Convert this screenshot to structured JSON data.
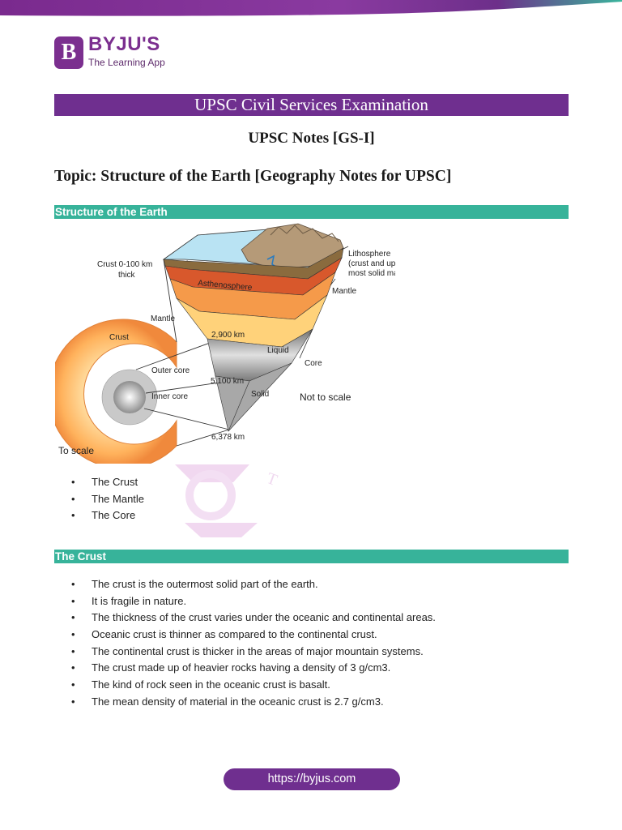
{
  "brand": {
    "logo_letter": "B",
    "name": "BYJU'S",
    "tagline": "The Learning App",
    "color": "#7b2f8f"
  },
  "header": {
    "title": "UPSC Civil Services Examination",
    "subtitle": "UPSC Notes [GS-I]",
    "topic": "Topic: Structure of the Earth [Geography Notes for UPSC]"
  },
  "sections": {
    "structure": {
      "heading": "Structure of the Earth",
      "items": [
        "The Crust",
        "The Mantle",
        "The Core"
      ]
    },
    "crust": {
      "heading": "The Crust",
      "items": [
        "The crust is the outermost solid part of the earth.",
        "It is fragile in nature.",
        "The thickness of the crust varies under the oceanic and continental areas.",
        "Oceanic crust is thinner as compared to the continental crust.",
        "The continental crust is thicker in the areas of major mountain systems.",
        "The crust made up of heavier rocks having a density of 3 g/cm3.",
        "The kind of rock seen in the oceanic crust is basalt.",
        "The mean density of material in the oceanic crust is 2.7 g/cm3."
      ]
    }
  },
  "diagram": {
    "crust_label_1": "Crust 0-100 km",
    "crust_label_2": "thick",
    "lithosphere_1": "Lithosphere",
    "lithosphere_2": "(crust and upper-",
    "lithosphere_3": "most solid mantle)",
    "asthenosphere": "Asthenosphere",
    "mantle_left": "Mantle",
    "mantle_right": "Mantle",
    "crust": "Crust",
    "depth_2900": "2,900 km",
    "liquid": "Liquid",
    "core": "Core",
    "outer_core": "Outer core",
    "depth_5100": "5,100 km",
    "solid": "Solid",
    "inner_core": "Inner core",
    "not_to_scale": "Not to scale",
    "depth_6378": "6,378 km",
    "to_scale": "To scale"
  },
  "footer": {
    "url": "https://byjus.com"
  },
  "colors": {
    "title_bar": "#6f2f8f",
    "section_bar": "#37b39a"
  }
}
